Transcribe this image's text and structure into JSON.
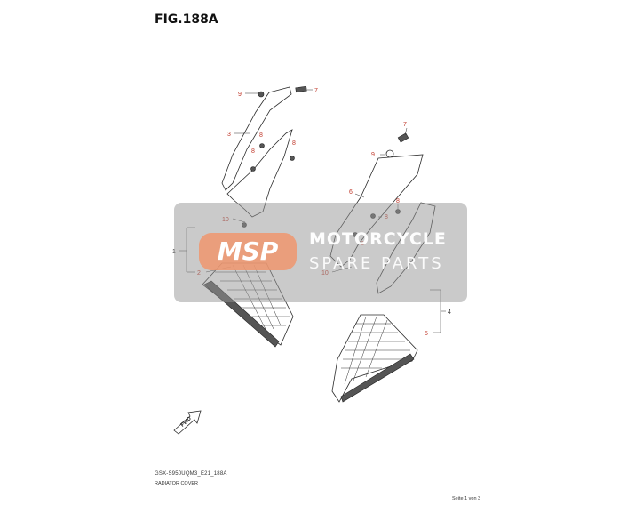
{
  "figure": {
    "title": "FIG.188A",
    "code": "GSX-S950UQM3_E21_188A",
    "subtitle": "RADIATOR COVER",
    "page": "Seite 1 von 3"
  },
  "callouts": {
    "left": [
      "9",
      "7",
      "3",
      "8",
      "8",
      "8",
      "10",
      "1",
      "2"
    ],
    "right": [
      "7",
      "9",
      "6",
      "8",
      "8",
      "8",
      "10",
      "4",
      "5"
    ]
  },
  "fwd_label": "FWD",
  "watermark": {
    "logo": "MSP",
    "line1": "MOTORCYCLE",
    "line2": "SPARE PARTS"
  },
  "colors": {
    "callout": "#c0392b",
    "watermark_accent": "#f0966e"
  }
}
